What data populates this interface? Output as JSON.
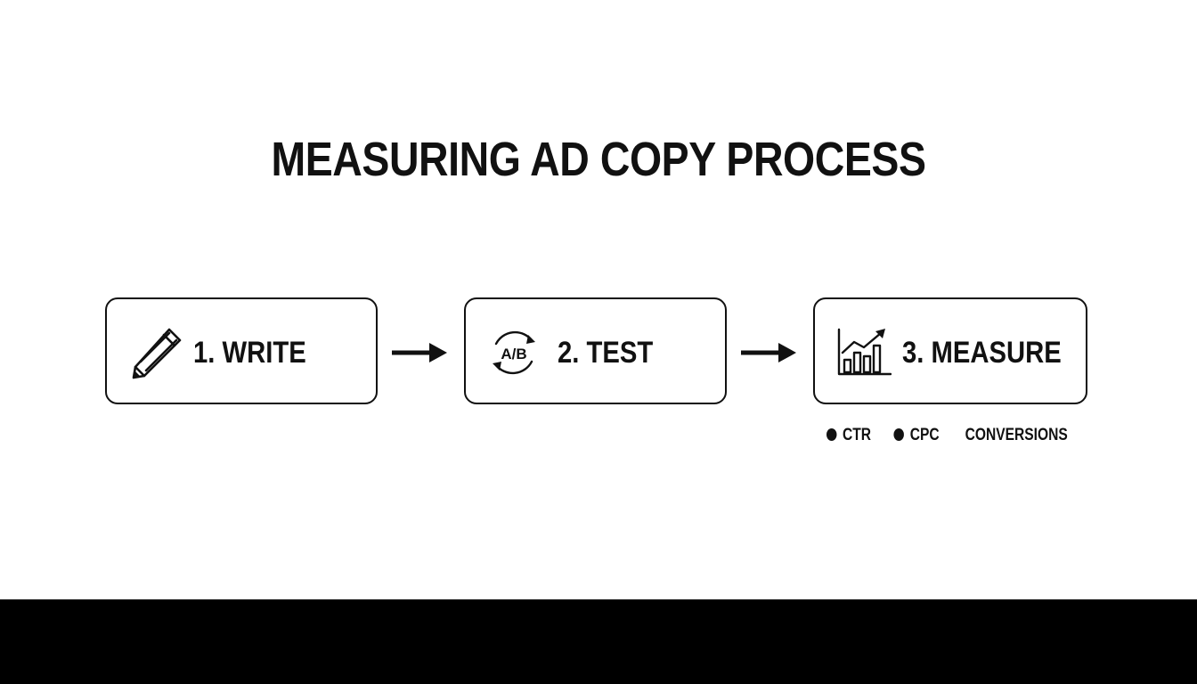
{
  "title": "MEASURING AD COPY PROCESS",
  "steps": [
    {
      "label": "1. WRITE",
      "icon": "pencil-icon"
    },
    {
      "label": "2. TEST",
      "icon": "ab-cycle-icon",
      "icon_text": "A/B"
    },
    {
      "label": "3. MEASURE",
      "icon": "bar-chart-trend-icon"
    }
  ],
  "connectors": [
    {
      "icon": "arrow-right-icon"
    },
    {
      "icon": "arrow-right-icon"
    }
  ],
  "metrics": [
    "CTR",
    "CPC",
    "CONVERSIONS"
  ],
  "colors": {
    "background": "#ffffff",
    "ink": "#111111",
    "bottom_bar": "#000000"
  }
}
